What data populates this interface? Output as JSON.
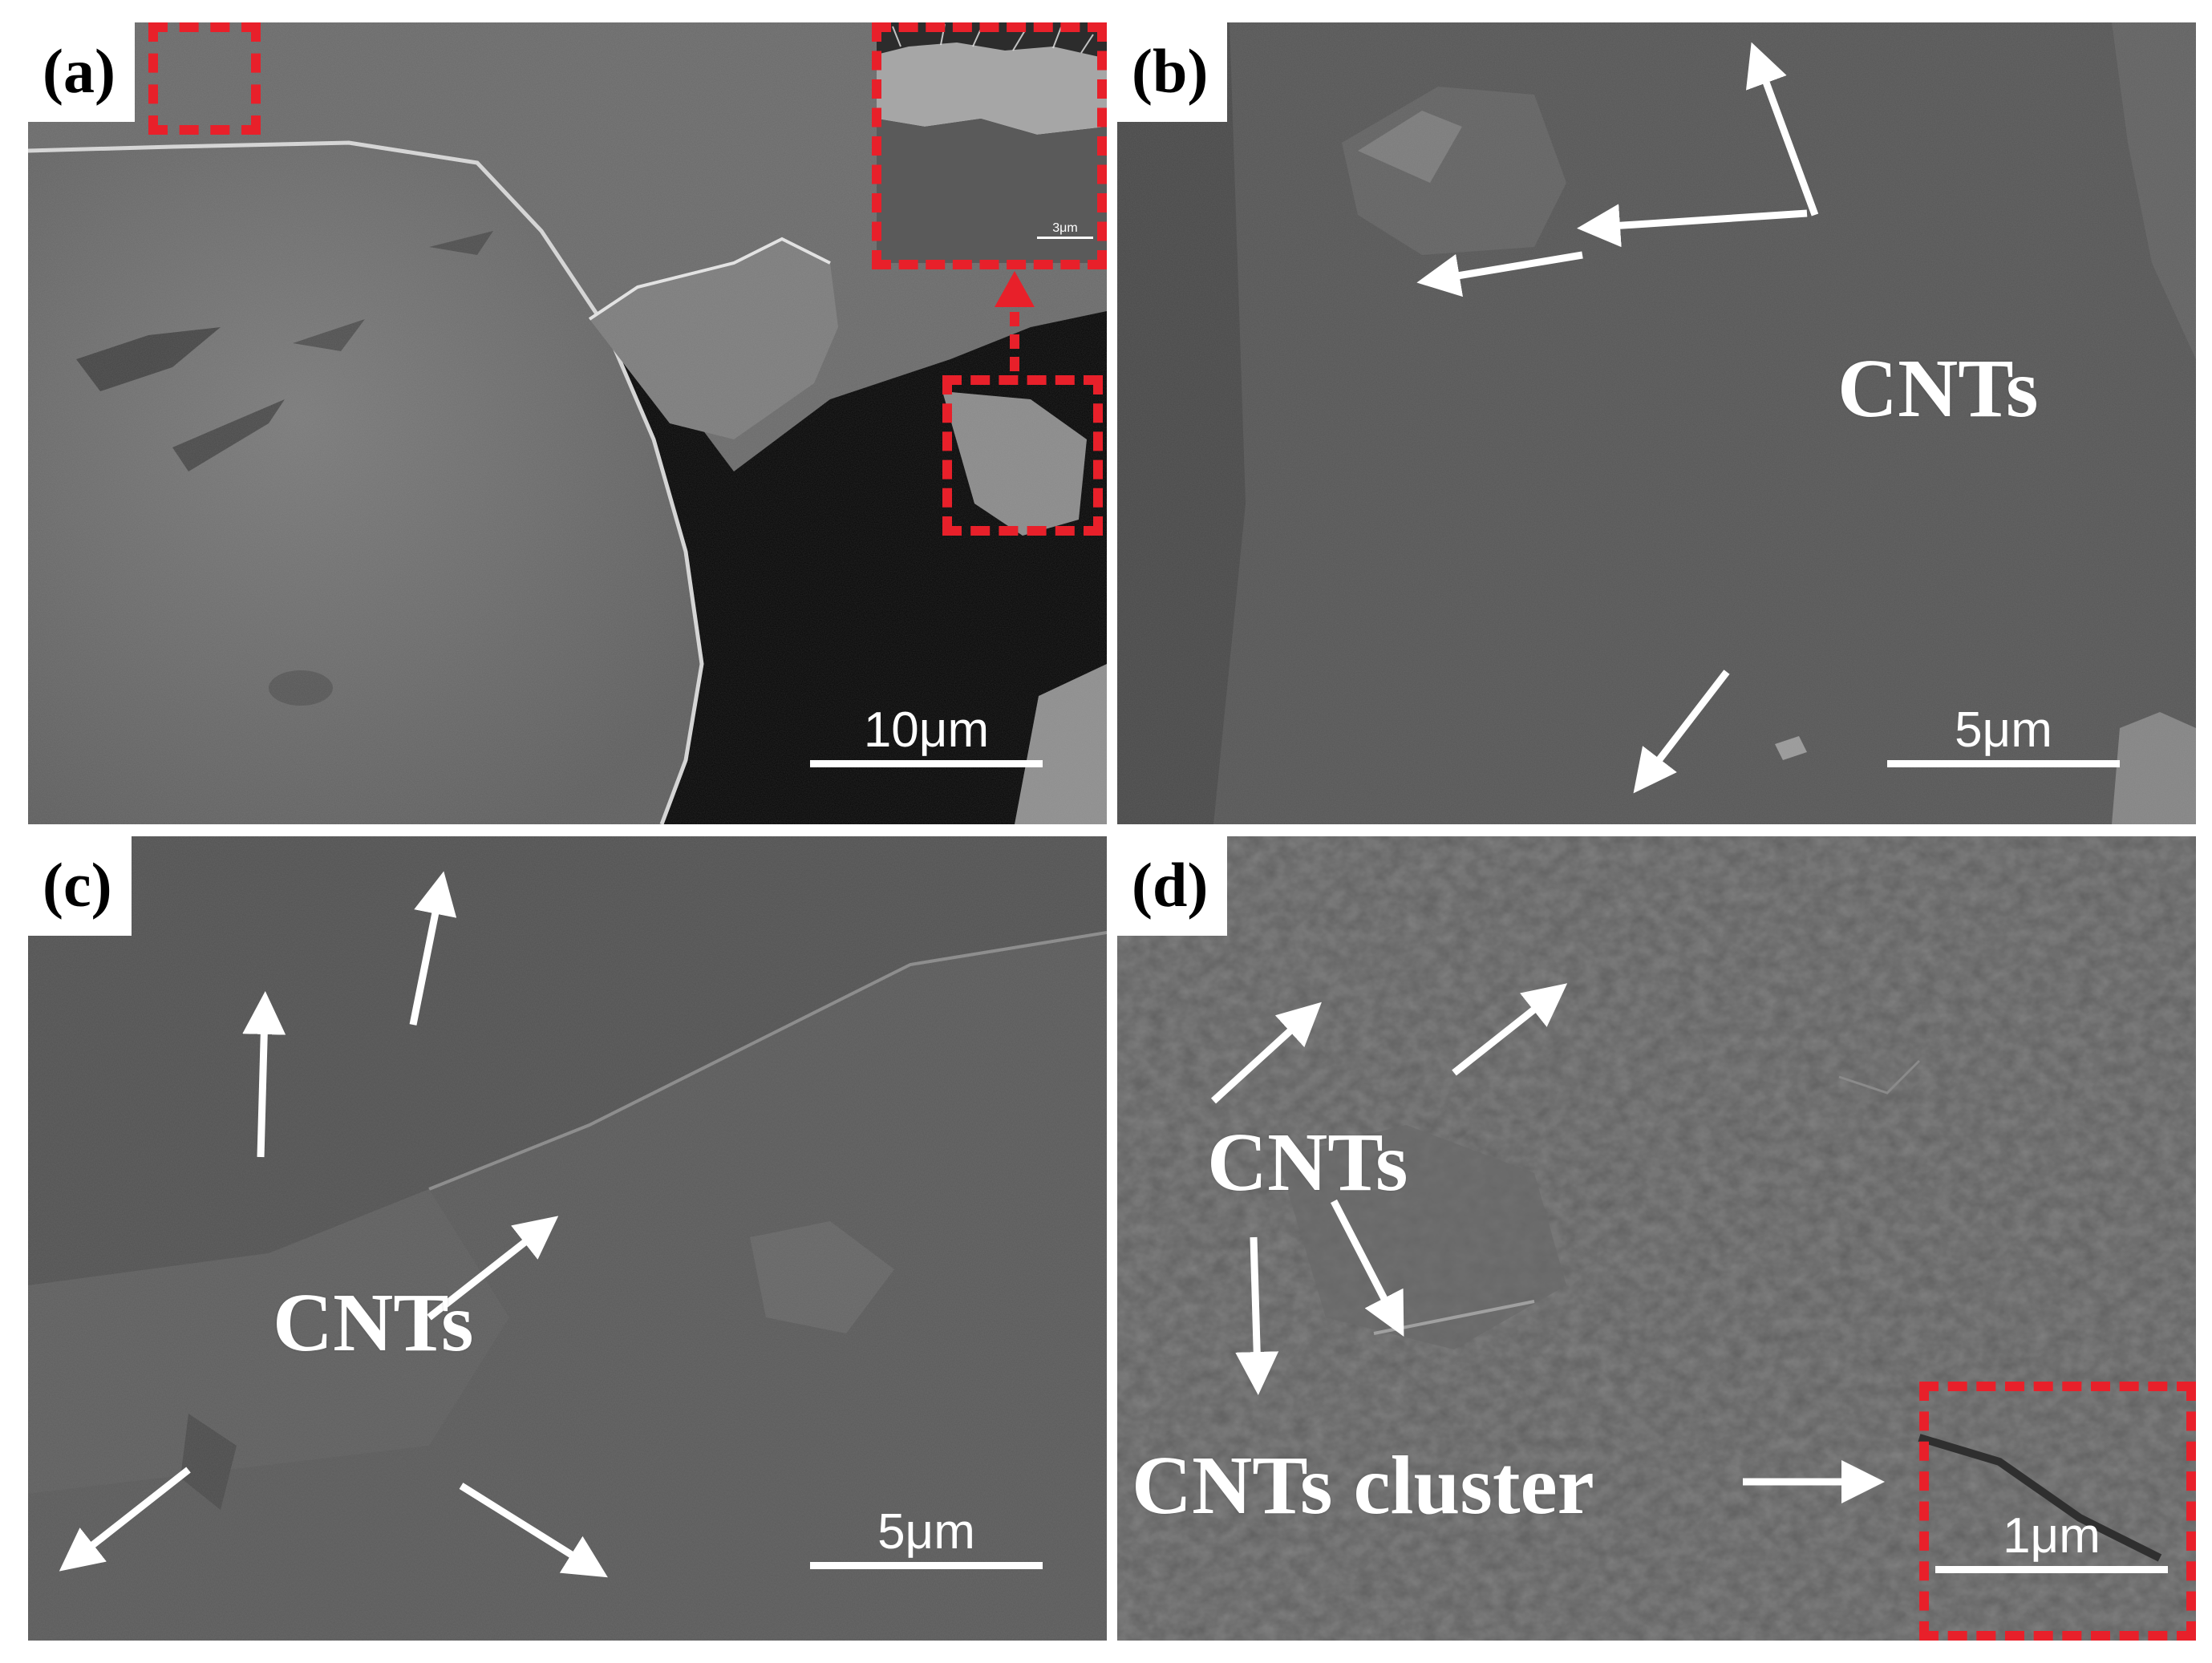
{
  "figure": {
    "panels": [
      {
        "label": "(a)",
        "scale_bar": "10μm",
        "inset_scale_bar": "3μm",
        "annotations": []
      },
      {
        "label": "(b)",
        "scale_bar": "5μm",
        "annotations": [
          "CNTs"
        ]
      },
      {
        "label": "(c)",
        "scale_bar": "5μm",
        "annotations": [
          "CNTs"
        ]
      },
      {
        "label": "(d)",
        "scale_bar": "1μm",
        "annotations": [
          "CNTs",
          "CNTs cluster"
        ]
      }
    ],
    "colors": {
      "highlight_box": "#e8202a",
      "arrow": "#ffffff",
      "label_background": "#ffffff"
    }
  }
}
